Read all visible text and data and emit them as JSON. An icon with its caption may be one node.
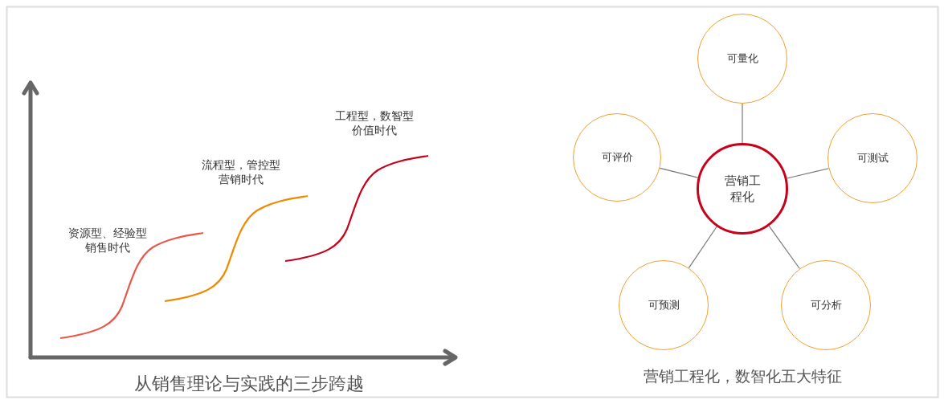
{
  "diagram": {
    "nodes": [
      {
        "text": [
          "可量化"
        ]
      },
      {
        "text": [
          "可评价"
        ]
      },
      {
        "text": [
          "营销工程化"
        ]
      },
      {
        "text": [
          "可测试"
        ]
      },
      {
        "text": [
          "可预测"
        ]
      },
      {
        "text": [
          "可分析"
        ]
      }
    ],
    "edges": [
      {
        "from": 2,
        "to": 0,
        "arrow": "none"
      },
      {
        "from": 2,
        "to": 1,
        "arrow": "none"
      },
      {
        "from": 2,
        "to": 3,
        "arrow": "none"
      },
      {
        "from": 2,
        "to": 4,
        "arrow": "none"
      },
      {
        "from": 2,
        "to": 5,
        "arrow": "none"
      }
    ],
    "labels": [
      "工程型，数智型价值时代",
      "流程型，管控型营销时代",
      "资源型、经验型销售时代",
      "从销售理论与实践的三步跨越",
      "营销工程化，数智化五大特征"
    ]
  }
}
